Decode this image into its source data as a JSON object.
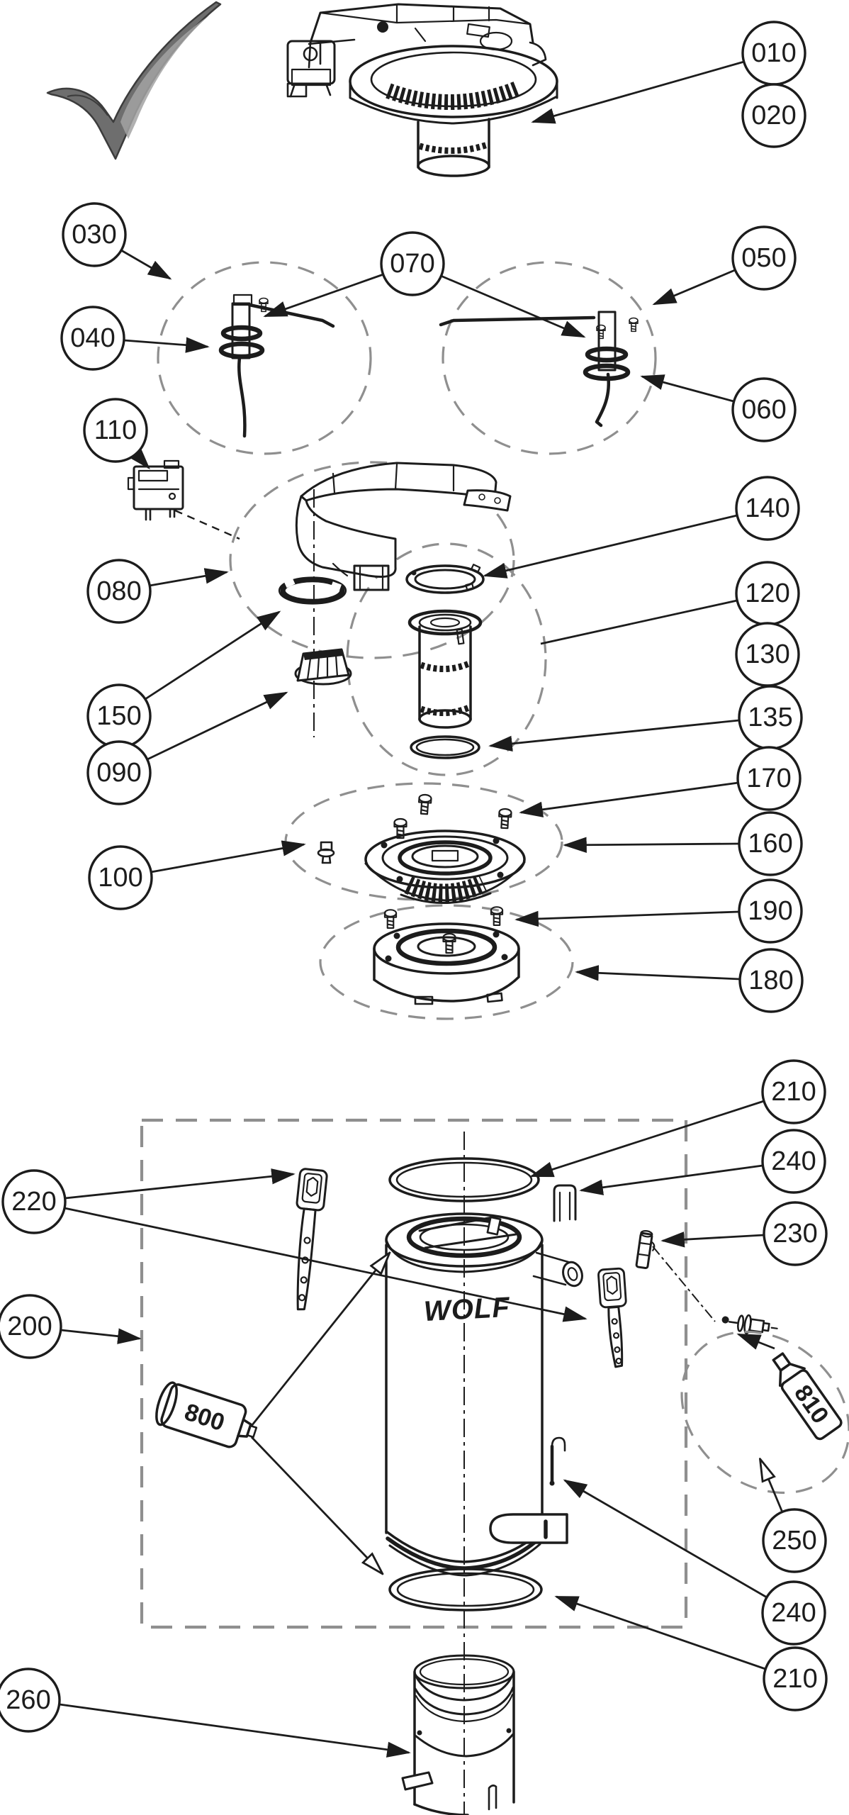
{
  "diagram": {
    "type": "exploded-parts-diagram",
    "colors": {
      "line": "#1c1c1c",
      "dashed": "#8f8f8f",
      "background": "#ffffff",
      "logo_gray": "#6e6e6e"
    },
    "callouts": {
      "c010": "010",
      "c020": "020",
      "c030": "030",
      "c040": "040",
      "c050": "050",
      "c060": "060",
      "c070": "070",
      "c080": "080",
      "c090": "090",
      "c100": "100",
      "c110": "110",
      "c120": "120",
      "c130": "130",
      "c135": "135",
      "c140": "140",
      "c150": "150",
      "c160": "160",
      "c170": "170",
      "c180": "180",
      "c190": "190",
      "c200": "200",
      "c210": "210",
      "c220": "220",
      "c230": "230",
      "c240": "240",
      "c250": "250",
      "c260": "260"
    },
    "part_labels": {
      "grease_tube_small": "800",
      "grease_tube_large": "810",
      "tank_logo": "WOLF"
    }
  }
}
